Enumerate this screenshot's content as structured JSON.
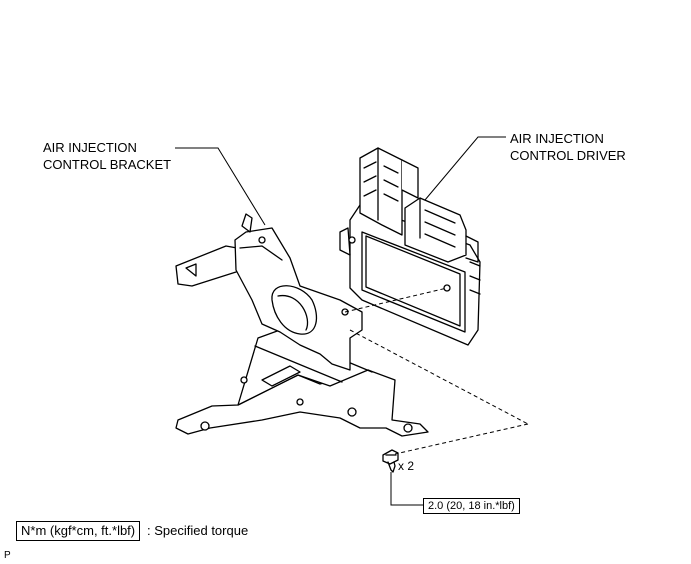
{
  "labels": {
    "bracket_line1": "AIR INJECTION",
    "bracket_line2": "CONTROL BRACKET",
    "driver_line1": "AIR INJECTION",
    "driver_line2": "CONTROL DRIVER",
    "bolt_qty": "x 2",
    "torque_value": "2.0 (20, 18 in.*lbf)"
  },
  "legend": {
    "unit_box": "N*m (kgf*cm, ft.*lbf)",
    "description": ": Specified torque"
  },
  "footer": {
    "mark": "P"
  }
}
